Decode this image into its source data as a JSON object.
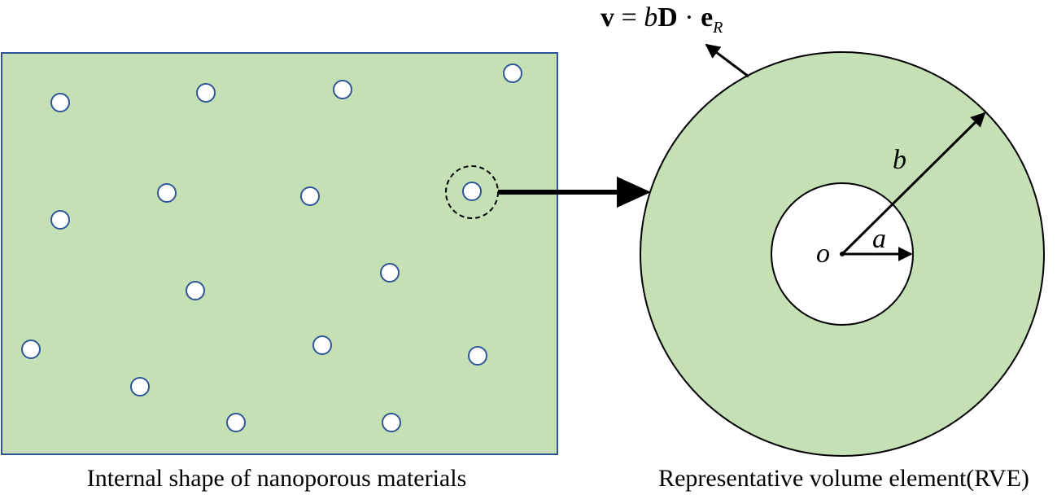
{
  "colors": {
    "matrix_fill": "#c5e0b4",
    "matrix_stroke": "#2f5597",
    "pore_fill": "#ffffff",
    "pore_stroke": "#2f5597",
    "line": "#000000"
  },
  "left_panel": {
    "caption": "Internal shape of nanoporous materials",
    "pore_count": 16
  },
  "right_panel": {
    "caption": "Representative volume element(RVE)",
    "center_label": "o",
    "inner_radius_label": "a",
    "outer_radius_label": "b",
    "formula": {
      "v": "v",
      "eq": " = ",
      "b": "b",
      "D": "D",
      "dot": " · ",
      "e": "e",
      "sub": "R"
    }
  }
}
